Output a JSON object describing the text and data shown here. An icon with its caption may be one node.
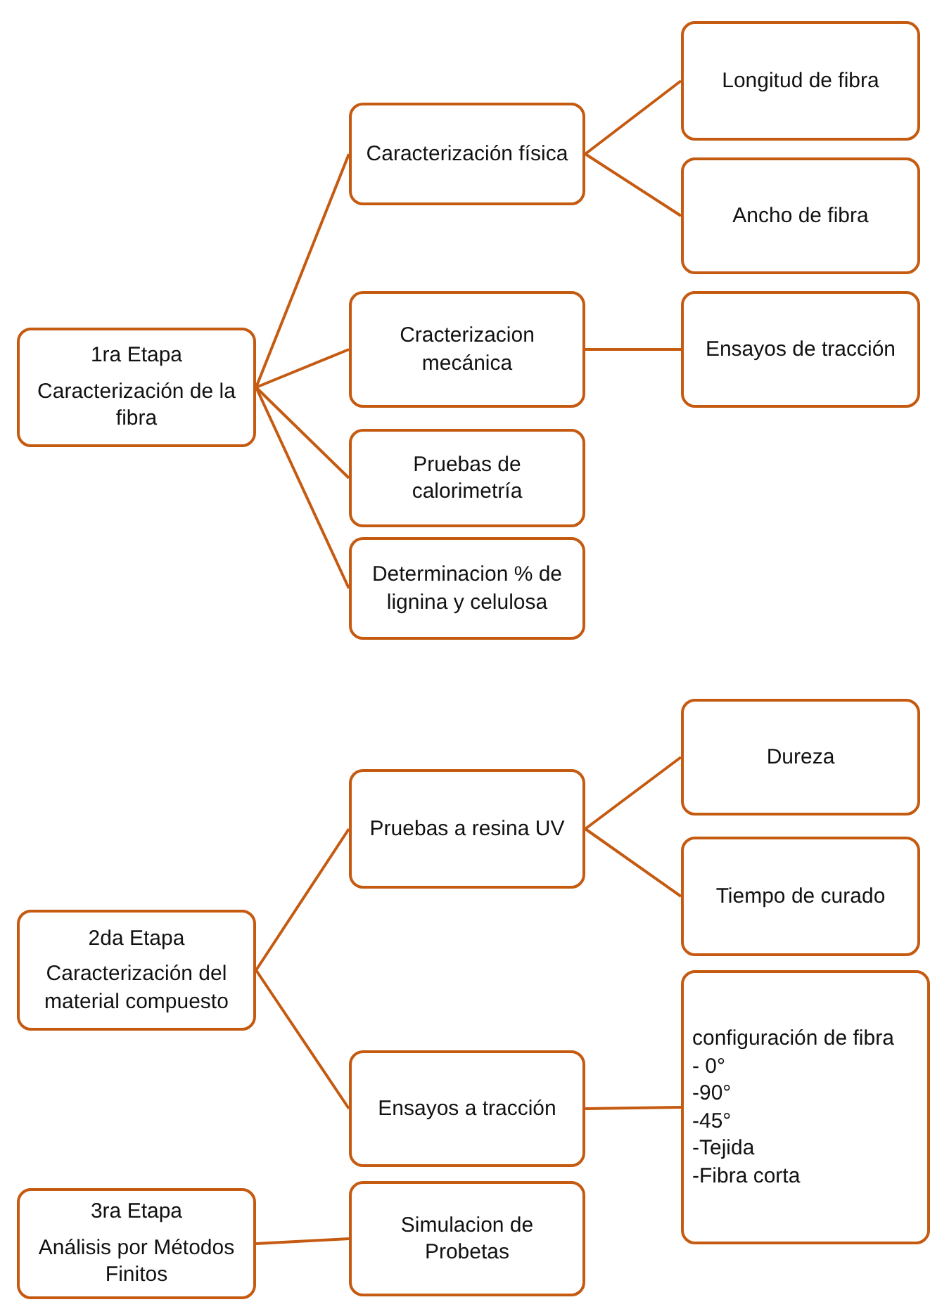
{
  "diagram": {
    "nodes": [
      {
        "text": [
          "1ra Etapa",
          "Caracterización de la fibra"
        ]
      },
      {
        "text": [
          "Caracterización física"
        ]
      },
      {
        "text": [
          "Longitud de fibra"
        ]
      },
      {
        "text": [
          "Ancho de fibra"
        ]
      },
      {
        "text": [
          "Cracterizacion mecánica"
        ]
      },
      {
        "text": [
          "Ensayos de tracción"
        ]
      },
      {
        "text": [
          "Pruebas de calorimetría"
        ]
      },
      {
        "text": [
          "Determinacion % de lignina y celulosa"
        ]
      },
      {
        "text": [
          "2da Etapa",
          "Caracterización del material compuesto"
        ]
      },
      {
        "text": [
          "Pruebas a resina UV"
        ]
      },
      {
        "text": [
          "Dureza"
        ]
      },
      {
        "text": [
          "Tiempo de curado"
        ]
      },
      {
        "text": [
          "Ensayos a tracción"
        ]
      },
      {
        "text": [
          "configuración de fibra",
          "- 0°",
          "-90°",
          "-45°",
          "-Tejida",
          "-Fibra corta"
        ]
      },
      {
        "text": [
          "3ra Etapa",
          "Análisis por Métodos Finitos"
        ]
      },
      {
        "text": [
          "Simulacion de Probetas"
        ]
      }
    ],
    "edges": [
      {
        "from": 0,
        "to": 1,
        "arrow": "none"
      },
      {
        "from": 0,
        "to": 4,
        "arrow": "none"
      },
      {
        "from": 0,
        "to": 6,
        "arrow": "none"
      },
      {
        "from": 0,
        "to": 7,
        "arrow": "none"
      },
      {
        "from": 1,
        "to": 2,
        "arrow": "none"
      },
      {
        "from": 1,
        "to": 3,
        "arrow": "none"
      },
      {
        "from": 4,
        "to": 5,
        "arrow": "none"
      },
      {
        "from": 8,
        "to": 9,
        "arrow": "none"
      },
      {
        "from": 8,
        "to": 12,
        "arrow": "none"
      },
      {
        "from": 9,
        "to": 10,
        "arrow": "none"
      },
      {
        "from": 9,
        "to": 11,
        "arrow": "none"
      },
      {
        "from": 12,
        "to": 13,
        "arrow": "none"
      },
      {
        "from": 14,
        "to": 15,
        "arrow": "none"
      }
    ]
  }
}
